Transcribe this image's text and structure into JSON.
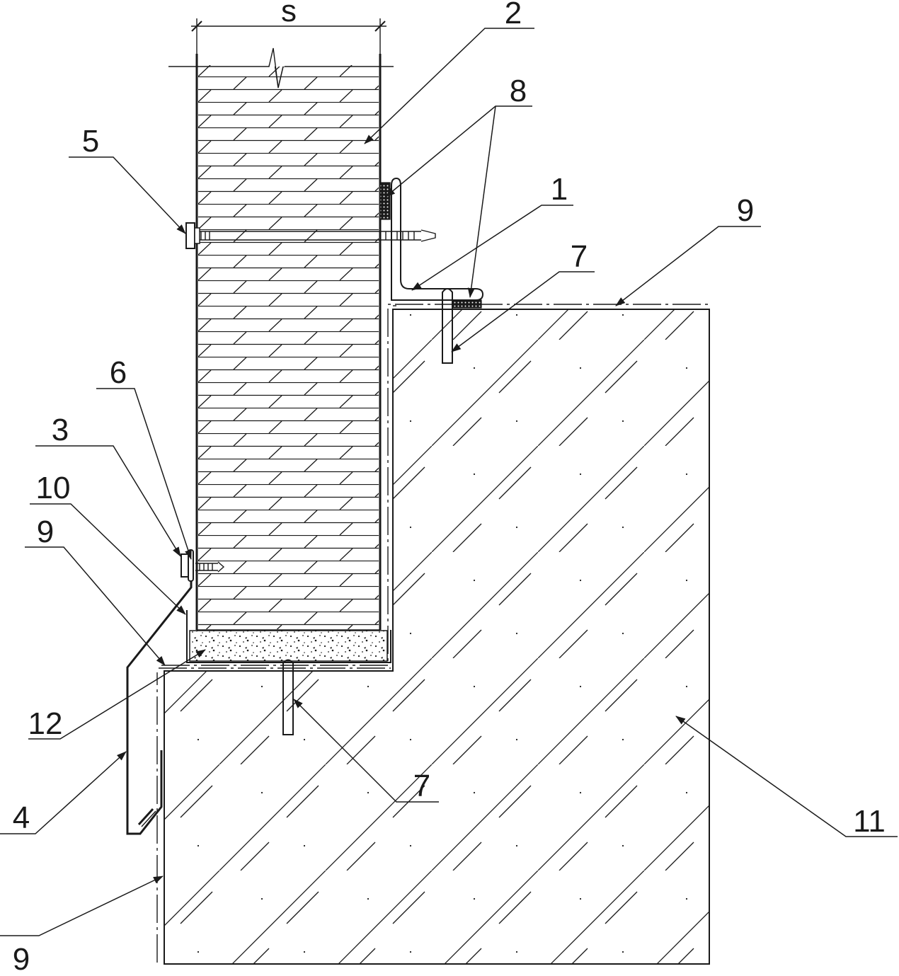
{
  "dimension_label": "s",
  "callouts": [
    {
      "id": "2",
      "text": "2"
    },
    {
      "id": "8",
      "text": "8"
    },
    {
      "id": "5",
      "text": "5"
    },
    {
      "id": "1",
      "text": "1"
    },
    {
      "id": "9a",
      "text": "9"
    },
    {
      "id": "7a",
      "text": "7"
    },
    {
      "id": "6",
      "text": "6"
    },
    {
      "id": "3",
      "text": "3"
    },
    {
      "id": "10",
      "text": "10"
    },
    {
      "id": "9b",
      "text": "9"
    },
    {
      "id": "12",
      "text": "12"
    },
    {
      "id": "4",
      "text": "4"
    },
    {
      "id": "7b",
      "text": "7"
    },
    {
      "id": "9c",
      "text": "9"
    },
    {
      "id": "11",
      "text": "11"
    }
  ],
  "colors": {
    "line": "#1a1a1a",
    "background": "#ffffff"
  }
}
